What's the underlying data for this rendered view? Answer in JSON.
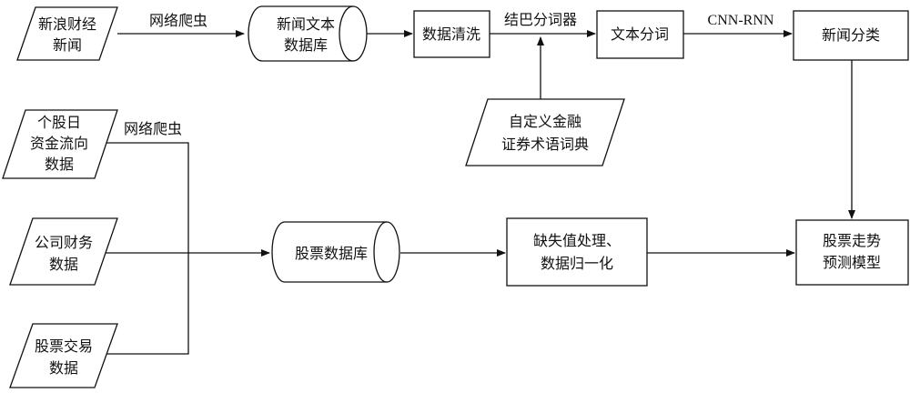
{
  "nodes": {
    "sina_news": [
      "新浪财经",
      "新闻"
    ],
    "news_db": [
      "新闻文本",
      "数据库"
    ],
    "data_clean": [
      "数据清洗"
    ],
    "text_seg": [
      "文本分词"
    ],
    "news_class": [
      "新闻分类"
    ],
    "custom_dict": [
      "自定义金融",
      "证券术语词典"
    ],
    "fund_flow": [
      "个股日",
      "资金流向",
      "数据"
    ],
    "company_fin": [
      "公司财务",
      "数据"
    ],
    "stock_trade": [
      "股票交易",
      "数据"
    ],
    "stock_db": [
      "股票数据库"
    ],
    "missing_proc": [
      "缺失值处理、",
      "数据归一化"
    ],
    "predict_model": [
      "股票走势",
      "预测模型"
    ]
  },
  "edge_labels": {
    "crawler_top": "网络爬虫",
    "jieba": "结巴分词器",
    "cnn_rnn": "CNN-RNN",
    "crawler_left": "网络爬虫"
  }
}
